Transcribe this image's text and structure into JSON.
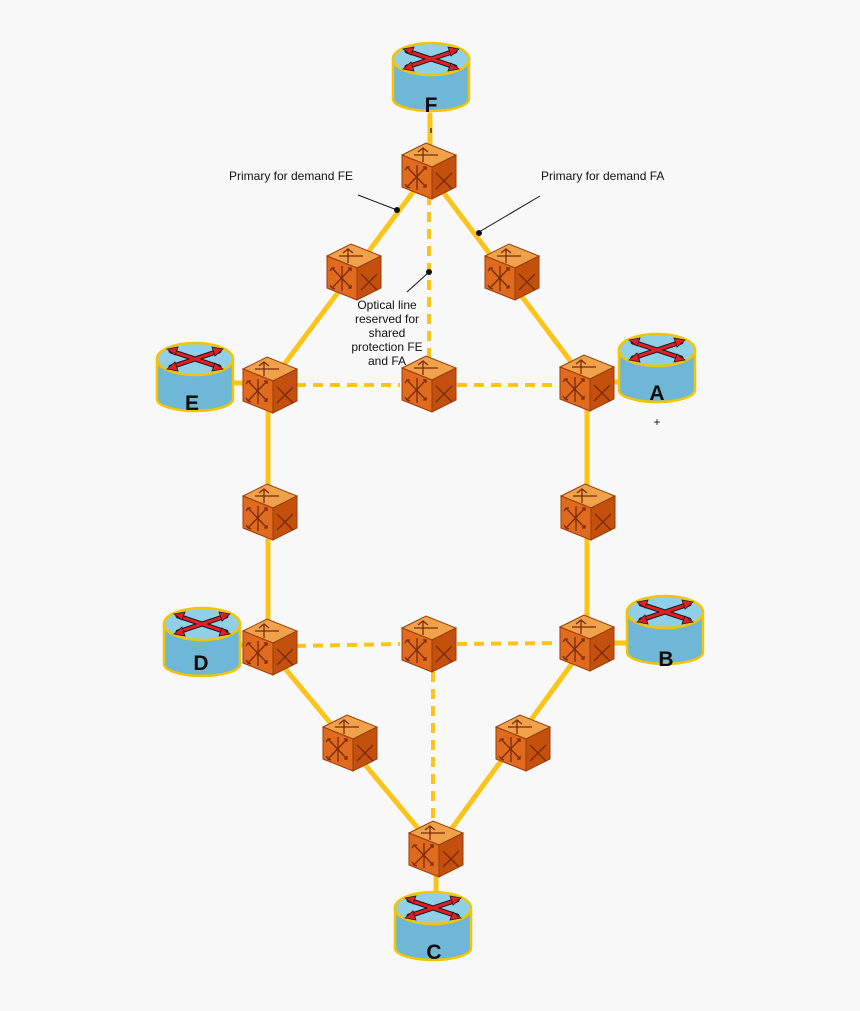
{
  "colors": {
    "background": "#f8f8f8",
    "link": "#fcc419",
    "router_fill": "#6fb7d6",
    "router_top": "#8fd0e8",
    "router_border": "#f5c400",
    "arrow": "#e31e24",
    "oxc_front": "#e06b1e",
    "oxc_side": "#c4500e",
    "oxc_top": "#f0a24a",
    "oxc_glyph": "#7a2a0a"
  },
  "routers": [
    {
      "id": "F",
      "label": "F",
      "icon": "router-icon"
    },
    {
      "id": "E",
      "label": "E",
      "icon": "router-icon"
    },
    {
      "id": "A",
      "label": "A",
      "icon": "router-icon"
    },
    {
      "id": "D",
      "label": "D",
      "icon": "router-icon"
    },
    {
      "id": "B",
      "label": "B",
      "icon": "router-icon"
    },
    {
      "id": "C",
      "label": "C",
      "icon": "router-icon"
    }
  ],
  "switch_icon": "optical-cross-connect-icon",
  "annotations": {
    "primary_fe": "Primary for demand FE",
    "primary_fa": "Primary for demand FA",
    "reserved_line1": "Optical line",
    "reserved_line2": "reserved for",
    "reserved_line3": "shared",
    "reserved_line4": "protection FE",
    "reserved_line5": "and FA",
    "plus_mark": "+"
  }
}
